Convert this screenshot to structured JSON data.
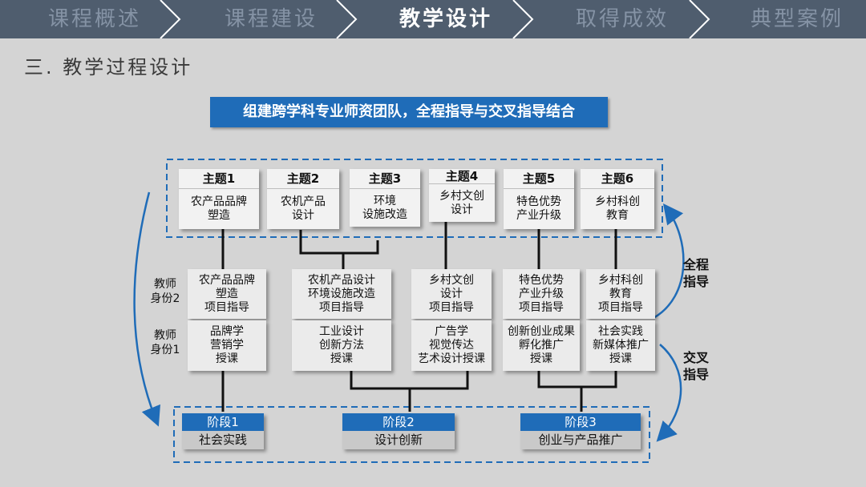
{
  "nav": {
    "tabs": [
      {
        "label": "课程概述",
        "active": false
      },
      {
        "label": "课程建设",
        "active": false
      },
      {
        "label": "教学设计",
        "active": true
      },
      {
        "label": "取得成效",
        "active": false
      },
      {
        "label": "典型案例",
        "active": false
      }
    ]
  },
  "section_title": "三.  教学过程设计",
  "banner": "组建跨学科专业师资团队，全程指导与交叉指导结合",
  "themes": [
    {
      "title": "主题1",
      "desc": "农产品品牌\n塑造"
    },
    {
      "title": "主题2",
      "desc": "农机产品\n设计"
    },
    {
      "title": "主题3",
      "desc": "环境\n设施改造"
    },
    {
      "title": "主题4",
      "desc": "乡村文创\n设计"
    },
    {
      "title": "主题5",
      "desc": "特色优势\n产业升级"
    },
    {
      "title": "主题6",
      "desc": "乡村科创\n教育"
    }
  ],
  "teacher_roles": {
    "identity2_label": "教师\n身份2",
    "identity1_label": "教师\n身份1",
    "guidance": [
      "农产品品牌\n塑造\n项目指导",
      "农机产品设计\n环境设施改造\n项目指导",
      "乡村文创\n设计\n项目指导",
      "特色优势\n产业升级\n项目指导",
      "乡村科创\n教育\n项目指导"
    ],
    "teaching": [
      "品牌学\n营销学\n授课",
      "工业设计\n创新方法\n授课",
      "广告学\n视觉传达\n艺术设计授课",
      "创新创业成果\n孵化推广\n授课",
      "社会实践\n新媒体推广\n授课"
    ]
  },
  "side_notes": {
    "full_guidance": "全程\n指导",
    "cross_guidance": "交叉\n指导"
  },
  "stages": [
    {
      "title": "阶段1",
      "desc": "社会实践"
    },
    {
      "title": "阶段2",
      "desc": "设计创新"
    },
    {
      "title": "阶段3",
      "desc": "创业与产品推广"
    }
  ],
  "colors": {
    "accent": "#1f6cb8",
    "nav_bg": "#4f5d6e",
    "background": "#d4d4d4"
  }
}
